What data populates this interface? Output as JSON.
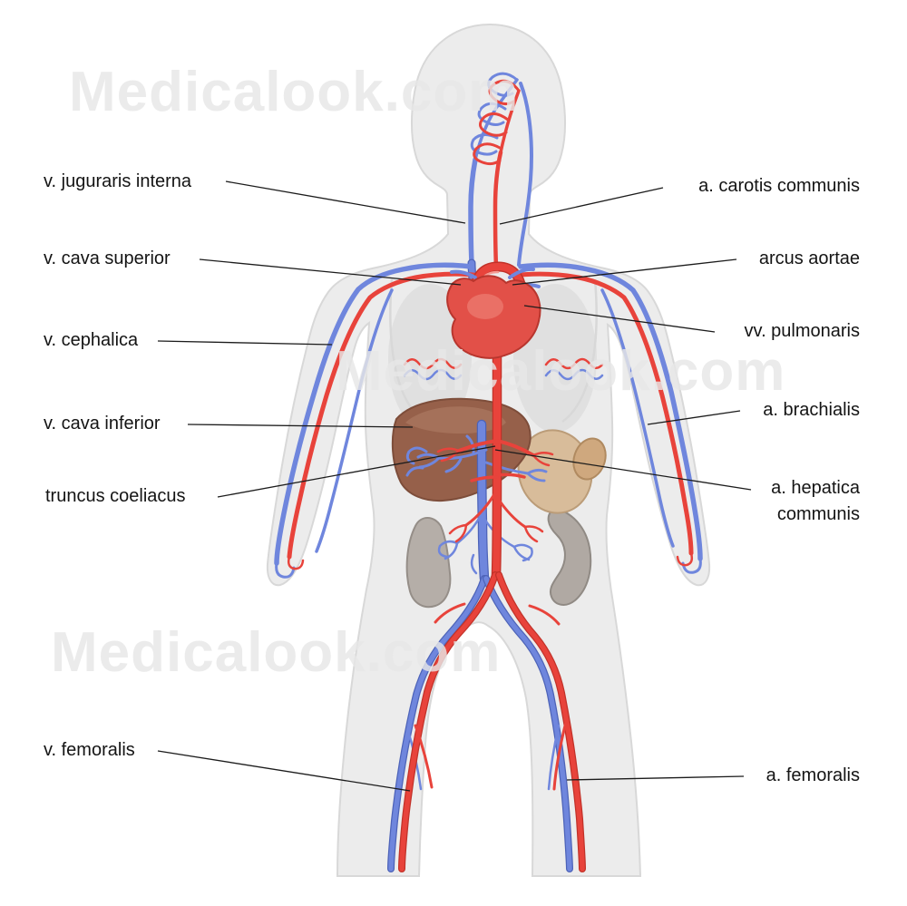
{
  "figure": {
    "watermark": "Medicalook.com"
  },
  "labels": {
    "left": [
      {
        "text": "v. juguraris interna"
      },
      {
        "text": "v. cava superior"
      },
      {
        "text": "v. cephalica"
      },
      {
        "text": "v. cava inferior"
      },
      {
        "text": "truncus coeliacus"
      },
      {
        "text": "v. femoralis"
      }
    ],
    "right": [
      {
        "text": "a. carotis communis"
      },
      {
        "text": "arcus aortae"
      },
      {
        "text": "vv. pulmonaris"
      },
      {
        "text": "a. brachialis"
      },
      {
        "text": "a. hepatica communis"
      },
      {
        "text": "a. femoralis"
      }
    ]
  },
  "colors": {
    "artery_red": "#e8433b",
    "vein_blue": "#6f86dd",
    "body_fill": "#ececec",
    "liver_brown": "#96604a",
    "organ_tan": "#d8bc9a",
    "organ_gray": "#b2aba5",
    "label_text": "#141414"
  }
}
